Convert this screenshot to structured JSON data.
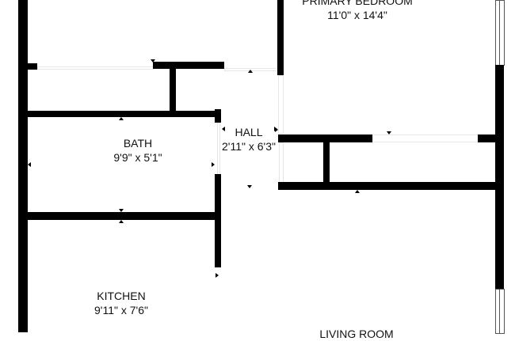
{
  "rooms": {
    "primary_bedroom": {
      "name": "PRIMARY BEDROOM",
      "size": "11'0\" x 14'4\""
    },
    "hall": {
      "name": "HALL",
      "size": "2'11\" x 6'3\""
    },
    "bath": {
      "name": "BATH",
      "size": "9'9\" x 5'1\""
    },
    "kitchen": {
      "name": "KITCHEN",
      "size": "9'11\" x 7'6\""
    },
    "living_room": {
      "name": "LIVING ROOM"
    }
  },
  "colors": {
    "wall": "#000000",
    "background": "#ffffff"
  }
}
